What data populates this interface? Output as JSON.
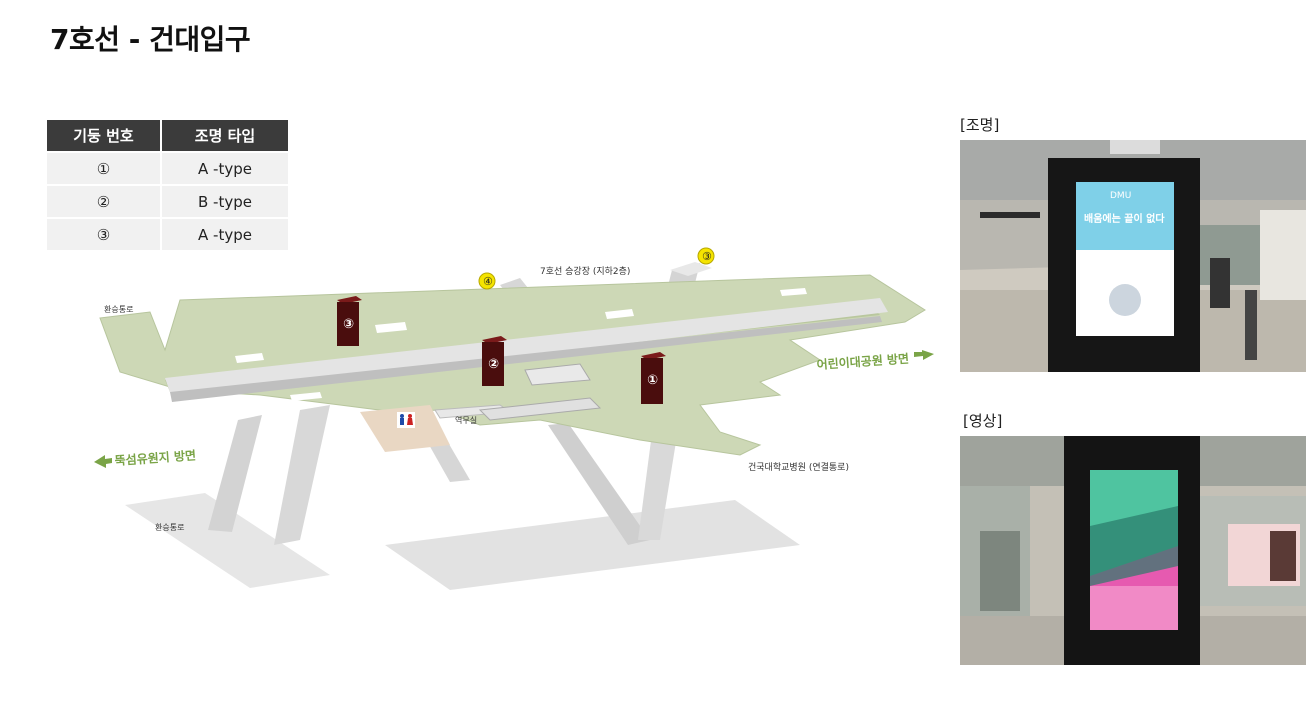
{
  "page": {
    "title": "7호선 - 건대입구"
  },
  "legend": {
    "headers": [
      "기둥 번호",
      "조명 타입"
    ],
    "rows": [
      {
        "pillar": "①",
        "type": "A -type"
      },
      {
        "pillar": "②",
        "type": "B -type"
      },
      {
        "pillar": "③",
        "type": "A -type"
      }
    ]
  },
  "map": {
    "labels": {
      "transfer_top": "환승통로",
      "transfer_bottom": "환승통로",
      "platform": "7호선 승강장 (지하2층)",
      "office": "역무실",
      "hospital": "건국대학교병원 (연결통로)",
      "park_dir": "어린이대공원 방면",
      "ttukseom_dir": "뚝섬유원지 방면"
    },
    "pillars": [
      {
        "id": "pillar-1",
        "number": "①"
      },
      {
        "id": "pillar-2",
        "number": "②"
      },
      {
        "id": "pillar-3",
        "number": "③"
      }
    ],
    "exits": [
      {
        "id": "exit-3",
        "number": "③"
      },
      {
        "id": "exit-4",
        "number": "④"
      }
    ],
    "colors": {
      "concourse": "#cbd7b4",
      "platform_track": "#e3e3e3",
      "pillar": "#4a0d0d",
      "restroom": "#e9d7c3",
      "exit_marker": "#f5e400",
      "direction_text": "#7aa447"
    },
    "restroom_icon": "restroom-icon"
  },
  "photos": {
    "lighting_label": "[조명]",
    "video_label": "[영상]",
    "lighting_screen": {
      "heading": "배움에는 끝이 없다",
      "sub": "DMU"
    }
  }
}
